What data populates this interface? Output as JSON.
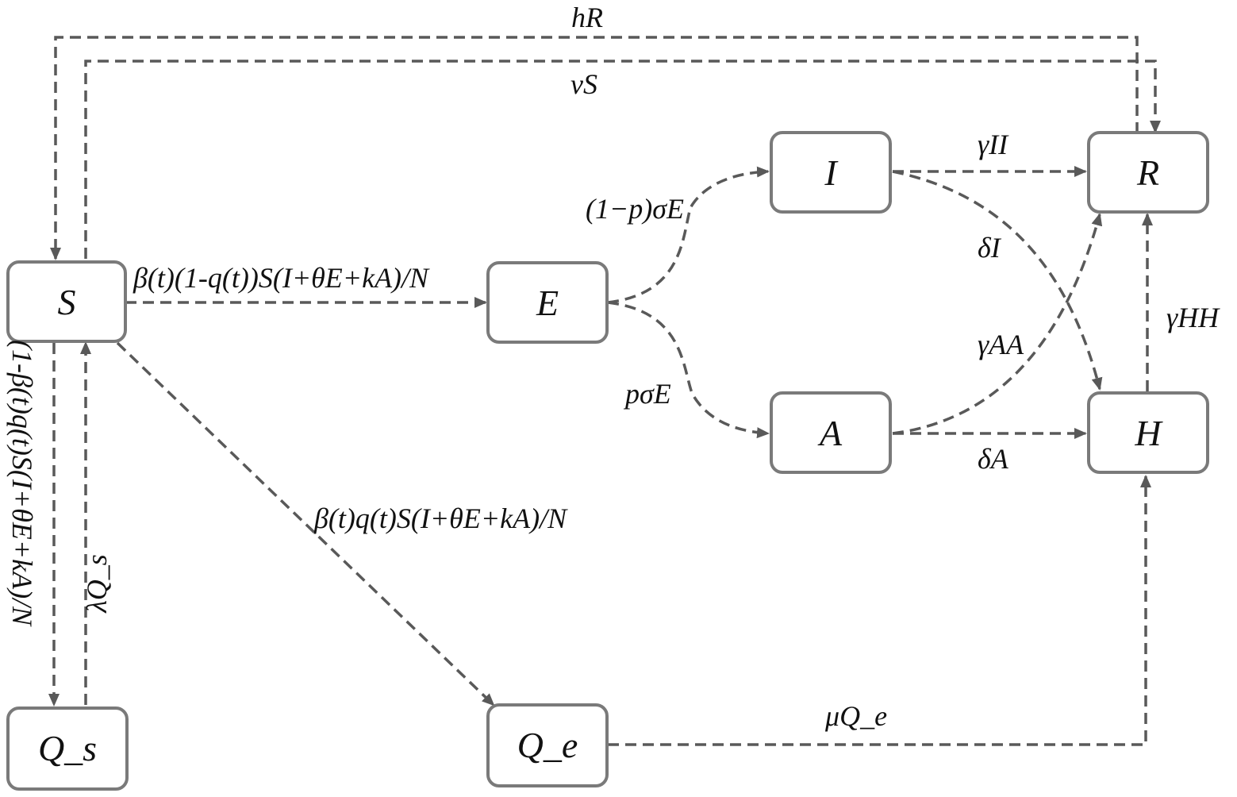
{
  "nodes": {
    "S": "S",
    "E": "E",
    "I": "I",
    "A": "A",
    "R": "R",
    "H": "H",
    "Qs": "Q_s",
    "Qe": "Q_e"
  },
  "edges": {
    "hR": "hR",
    "vS": "vS",
    "S_to_E": "β(t)(1-q(t))S(I+θE+kA)/N",
    "E_to_I": "(1−p)σE",
    "E_to_A": "pσE",
    "I_to_R": "γII",
    "I_to_H": "δI",
    "A_to_R": "γAA",
    "A_to_H": "δA",
    "H_to_R": "γHH",
    "S_to_Qe": "β(t)q(t)S(I+θE+kA)/N",
    "S_to_Qs": "(1-β(t)q(t)S(I+θE+kA)/N",
    "Qs_to_S": "λQ_s",
    "Qe_to_H": "μQ_e"
  },
  "colors": {
    "box_stroke": "#7a7a7a",
    "edge_stroke": "#595959",
    "text": "#111111"
  }
}
